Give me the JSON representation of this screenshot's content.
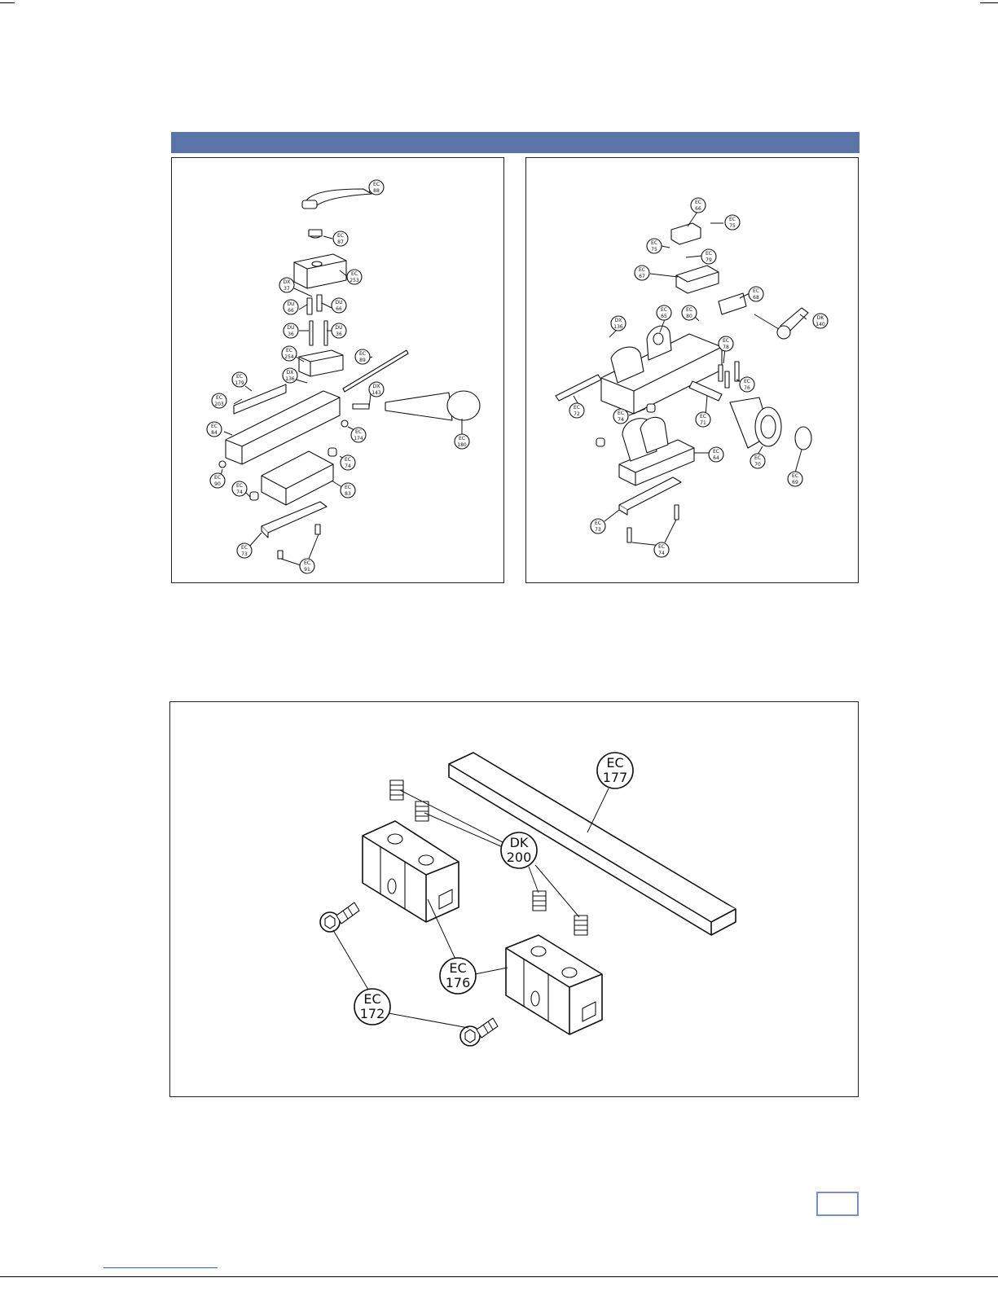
{
  "colors": {
    "header_bar": "#5b74a8",
    "page_box_border": "#7b8fc0",
    "footer_link": "#3b5bd6"
  },
  "page": {
    "number": ""
  },
  "diagrams": {
    "left": {
      "callouts": [
        {
          "code": "EC",
          "num": "88"
        },
        {
          "code": "EC",
          "num": "87"
        },
        {
          "code": "EC",
          "num": "253"
        },
        {
          "code": "DX",
          "num": "37"
        },
        {
          "code": "DU",
          "num": "66"
        },
        {
          "code": "DU",
          "num": "66"
        },
        {
          "code": "DU",
          "num": "36"
        },
        {
          "code": "DU",
          "num": "36"
        },
        {
          "code": "EC",
          "num": "254"
        },
        {
          "code": "EC",
          "num": "89"
        },
        {
          "code": "DX",
          "num": "136"
        },
        {
          "code": "EC",
          "num": "179"
        },
        {
          "code": "DX",
          "num": "143"
        },
        {
          "code": "EC",
          "num": "203"
        },
        {
          "code": "EC",
          "num": "84"
        },
        {
          "code": "EC",
          "num": "174"
        },
        {
          "code": "EC",
          "num": "180"
        },
        {
          "code": "EC",
          "num": "74"
        },
        {
          "code": "EC",
          "num": "90"
        },
        {
          "code": "EC",
          "num": "74"
        },
        {
          "code": "EC",
          "num": "83"
        },
        {
          "code": "EC",
          "num": "73"
        },
        {
          "code": "EC",
          "num": "91"
        }
      ]
    },
    "right": {
      "callouts": [
        {
          "code": "EC",
          "num": "66"
        },
        {
          "code": "EC",
          "num": "75"
        },
        {
          "code": "EC",
          "num": "75"
        },
        {
          "code": "EC",
          "num": "79"
        },
        {
          "code": "EC",
          "num": "67"
        },
        {
          "code": "EC",
          "num": "68"
        },
        {
          "code": "DK",
          "num": "140"
        },
        {
          "code": "EC",
          "num": "65"
        },
        {
          "code": "EC",
          "num": "80"
        },
        {
          "code": "DX",
          "num": "136"
        },
        {
          "code": "EC",
          "num": "78"
        },
        {
          "code": "EC",
          "num": "76"
        },
        {
          "code": "EC",
          "num": "72"
        },
        {
          "code": "EC",
          "num": "71"
        },
        {
          "code": "EC",
          "num": "74"
        },
        {
          "code": "EC",
          "num": "64"
        },
        {
          "code": "EC",
          "num": "70"
        },
        {
          "code": "EC",
          "num": "69"
        },
        {
          "code": "EC",
          "num": "73"
        },
        {
          "code": "EC",
          "num": "74"
        }
      ]
    },
    "bottom": {
      "callouts": [
        {
          "code": "EC",
          "num": "177"
        },
        {
          "code": "DK",
          "num": "200"
        },
        {
          "code": "EC",
          "num": "176"
        },
        {
          "code": "EC",
          "num": "172"
        }
      ]
    }
  }
}
